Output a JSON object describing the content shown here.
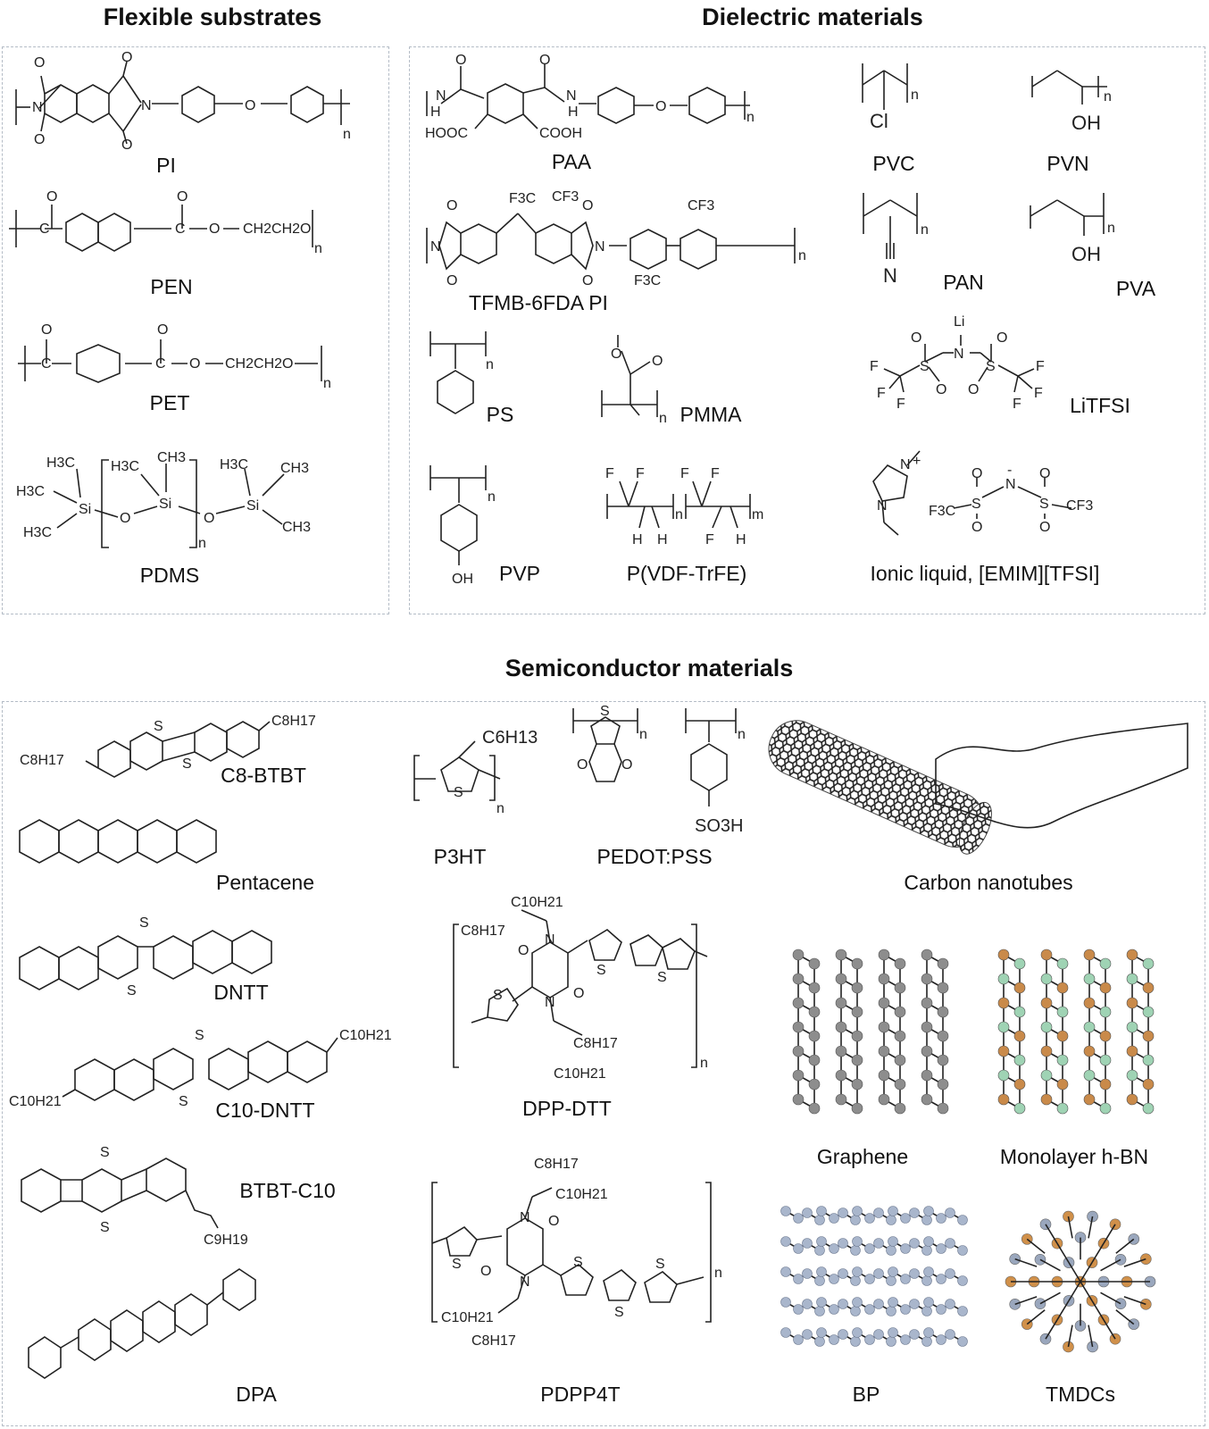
{
  "sections": {
    "flexible": "Flexible substrates",
    "dielectric": "Dielectric materials",
    "semiconductor": "Semiconductor materials"
  },
  "flexible_labels": {
    "pi": "PI",
    "pen": "PEN",
    "pet": "PET",
    "pdms": "PDMS"
  },
  "dielectric_labels": {
    "paa": "PAA",
    "tfmb": "TFMB-6FDA PI",
    "ps": "PS",
    "pmma": "PMMA",
    "pvp": "PVP",
    "pvdf": "P(VDF-TrFE)",
    "pvc": "PVC",
    "pvn": "PVN",
    "pan": "PAN",
    "pva": "PVA",
    "litfsi": "LiTFSI",
    "ionic": "Ionic liquid, [EMIM][TFSI]"
  },
  "semiconductor_labels": {
    "c8btbt": "C8-BTBT",
    "pentacene": "Pentacene",
    "dntt": "DNTT",
    "c10dntt": "C10-DNTT",
    "btbtc10": "BTBT-C10",
    "dpa": "DPA",
    "p3ht": "P3HT",
    "pedot": "PEDOT:PSS",
    "dppdtt": "DPP-DTT",
    "pdpp4t": "PDPP4T",
    "cnt": "Carbon nanotubes",
    "graphene": "Graphene",
    "hbn": "Monolayer h-BN",
    "bp": "BP",
    "tmdcs": "TMDCs"
  },
  "atom_labels": {
    "O": "O",
    "N": "N",
    "S": "S",
    "Si": "Si",
    "Cl": "Cl",
    "OH": "OH",
    "F": "F",
    "Li": "Li",
    "n": "n",
    "m": "m",
    "H": "H",
    "HOOC": "HOOC",
    "COOH": "COOH",
    "CF3": "CF3",
    "F3C": "F3C",
    "CH3": "CH3",
    "H3C": "H3C",
    "C8H17": "C8H17",
    "C10H21": "C10H21",
    "C6H13": "C6H13",
    "C9H19": "C9H19",
    "SO3H": "SO3H",
    "ethylene": "CH2CH2O",
    "plus": "+",
    "minus": "-"
  },
  "colors": {
    "panel_border": "#b4bcc6",
    "gray_atom": "#8d8d8d",
    "boron_atom": "#c98a4a",
    "nitrogen_atom": "#9fd3b4",
    "phosphorus_atom": "#a9b6cc",
    "tmd_metal": "#9aa7bd",
    "tmd_chalcogen": "#d0904a"
  }
}
